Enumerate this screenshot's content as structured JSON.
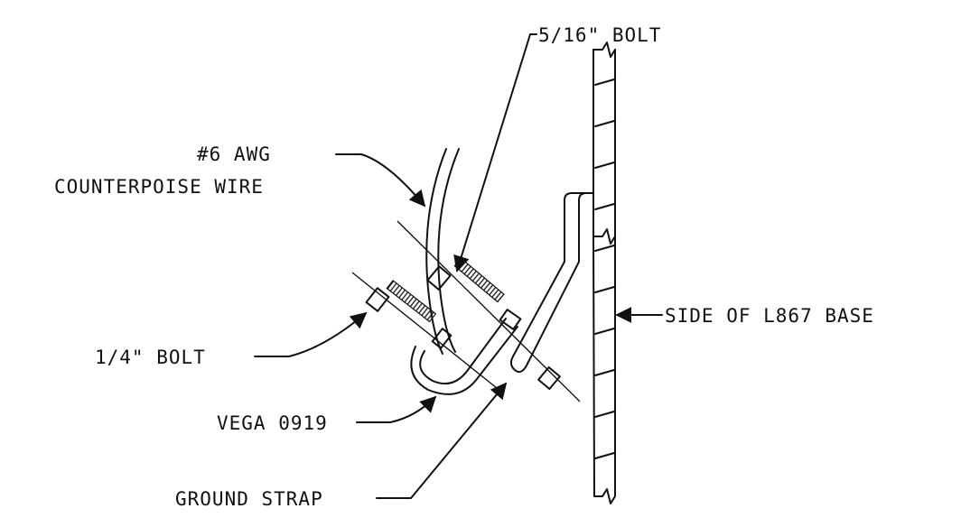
{
  "labels": {
    "bolt_5_16": "5/16\" BOLT",
    "awg_line1": "#6 AWG",
    "awg_line2": "COUNTERPOISE WIRE",
    "bolt_1_4": "1/4\" BOLT",
    "side_base": "SIDE OF L867 BASE",
    "vega": "VEGA 0919",
    "ground_strap": "GROUND STRAP"
  },
  "colors": {
    "ink": "#111111",
    "background": "#ffffff"
  }
}
